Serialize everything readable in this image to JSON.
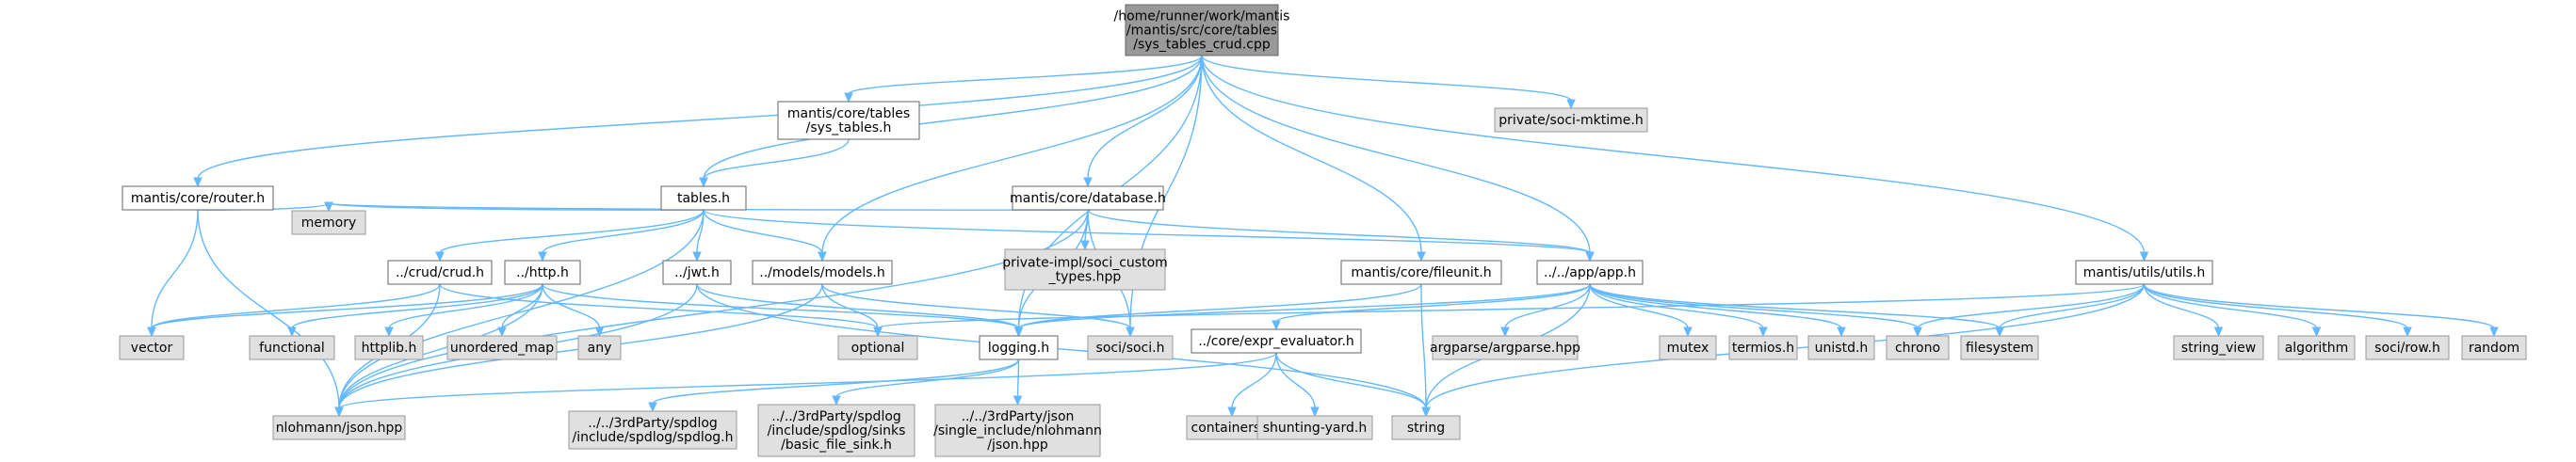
{
  "nodes": [
    {
      "id": "root",
      "lines": [
        "/home/runner/work/mantis",
        "/mantis/src/core/tables",
        "/sys_tables_crud.cpp"
      ],
      "style": "root"
    },
    {
      "id": "systables",
      "lines": [
        "mantis/core/tables",
        "/sys_tables.h"
      ],
      "style": "white"
    },
    {
      "id": "mktime",
      "lines": [
        "private/soci-mktime.h"
      ],
      "style": "grey"
    },
    {
      "id": "router",
      "lines": [
        "mantis/core/router.h"
      ],
      "style": "white"
    },
    {
      "id": "tables",
      "lines": [
        "tables.h"
      ],
      "style": "white"
    },
    {
      "id": "database",
      "lines": [
        "mantis/core/database.h"
      ],
      "style": "white"
    },
    {
      "id": "memory",
      "lines": [
        "memory"
      ],
      "style": "grey"
    },
    {
      "id": "crud",
      "lines": [
        "../crud/crud.h"
      ],
      "style": "white"
    },
    {
      "id": "http",
      "lines": [
        "../http.h"
      ],
      "style": "white"
    },
    {
      "id": "jwt",
      "lines": [
        "../jwt.h"
      ],
      "style": "white"
    },
    {
      "id": "models",
      "lines": [
        "../models/models.h"
      ],
      "style": "white"
    },
    {
      "id": "sociimpl",
      "lines": [
        "private-impl/soci_custom",
        "_types.hpp"
      ],
      "style": "grey"
    },
    {
      "id": "fileunit",
      "lines": [
        "mantis/core/fileunit.h"
      ],
      "style": "white"
    },
    {
      "id": "app",
      "lines": [
        "../../app/app.h"
      ],
      "style": "white"
    },
    {
      "id": "utils",
      "lines": [
        "mantis/utils/utils.h"
      ],
      "style": "white"
    },
    {
      "id": "vector",
      "lines": [
        "vector"
      ],
      "style": "grey"
    },
    {
      "id": "functional",
      "lines": [
        "functional"
      ],
      "style": "grey"
    },
    {
      "id": "httplib",
      "lines": [
        "httplib.h"
      ],
      "style": "grey"
    },
    {
      "id": "unordered",
      "lines": [
        "unordered_map"
      ],
      "style": "grey"
    },
    {
      "id": "any",
      "lines": [
        "any"
      ],
      "style": "grey"
    },
    {
      "id": "optional",
      "lines": [
        "optional"
      ],
      "style": "grey"
    },
    {
      "id": "logging",
      "lines": [
        "logging.h"
      ],
      "style": "white"
    },
    {
      "id": "soci",
      "lines": [
        "soci/soci.h"
      ],
      "style": "grey"
    },
    {
      "id": "expr",
      "lines": [
        "../core/expr_evaluator.h"
      ],
      "style": "white"
    },
    {
      "id": "argparse",
      "lines": [
        "argparse/argparse.hpp"
      ],
      "style": "grey"
    },
    {
      "id": "mutex",
      "lines": [
        "mutex"
      ],
      "style": "grey"
    },
    {
      "id": "termios",
      "lines": [
        "termios.h"
      ],
      "style": "grey"
    },
    {
      "id": "unistd",
      "lines": [
        "unistd.h"
      ],
      "style": "grey"
    },
    {
      "id": "chrono",
      "lines": [
        "chrono"
      ],
      "style": "grey"
    },
    {
      "id": "filesystem",
      "lines": [
        "filesystem"
      ],
      "style": "grey"
    },
    {
      "id": "stringview",
      "lines": [
        "string_view"
      ],
      "style": "grey"
    },
    {
      "id": "algorithm",
      "lines": [
        "algorithm"
      ],
      "style": "grey"
    },
    {
      "id": "socirow",
      "lines": [
        "soci/row.h"
      ],
      "style": "grey"
    },
    {
      "id": "random",
      "lines": [
        "random"
      ],
      "style": "grey"
    },
    {
      "id": "json",
      "lines": [
        "nlohmann/json.hpp"
      ],
      "style": "grey"
    },
    {
      "id": "spdlog",
      "lines": [
        "../../3rdParty/spdlog",
        "/include/spdlog/spdlog.h"
      ],
      "style": "grey"
    },
    {
      "id": "spdlogsink",
      "lines": [
        "../../3rdParty/spdlog",
        "/include/spdlog/sinks",
        "/basic_file_sink.h"
      ],
      "style": "grey"
    },
    {
      "id": "jsonsingle",
      "lines": [
        "../../3rdParty/json",
        "/single_include/nlohmann",
        "/json.hpp"
      ],
      "style": "grey"
    },
    {
      "id": "containers",
      "lines": [
        "containers.h"
      ],
      "style": "grey"
    },
    {
      "id": "shunting",
      "lines": [
        "shunting-yard.h"
      ],
      "style": "grey"
    },
    {
      "id": "string",
      "lines": [
        "string"
      ],
      "style": "grey"
    }
  ],
  "edges": [
    [
      "root",
      "systables"
    ],
    [
      "root",
      "mktime"
    ],
    [
      "root",
      "router"
    ],
    [
      "root",
      "tables"
    ],
    [
      "root",
      "database"
    ],
    [
      "root",
      "models"
    ],
    [
      "root",
      "fileunit"
    ],
    [
      "root",
      "app"
    ],
    [
      "root",
      "utils"
    ],
    [
      "root",
      "logging"
    ],
    [
      "root",
      "soci"
    ],
    [
      "systables",
      "tables"
    ],
    [
      "router",
      "memory"
    ],
    [
      "router",
      "vector"
    ],
    [
      "router",
      "json"
    ],
    [
      "tables",
      "memory"
    ],
    [
      "tables",
      "crud"
    ],
    [
      "tables",
      "http"
    ],
    [
      "tables",
      "jwt"
    ],
    [
      "tables",
      "models"
    ],
    [
      "tables",
      "app"
    ],
    [
      "tables",
      "json"
    ],
    [
      "database",
      "memory"
    ],
    [
      "database",
      "sociimpl"
    ],
    [
      "database",
      "soci"
    ],
    [
      "database",
      "logging"
    ],
    [
      "database",
      "app"
    ],
    [
      "database",
      "json"
    ],
    [
      "crud",
      "vector"
    ],
    [
      "crud",
      "optional"
    ],
    [
      "crud",
      "json"
    ],
    [
      "http",
      "vector"
    ],
    [
      "http",
      "functional"
    ],
    [
      "http",
      "httplib"
    ],
    [
      "http",
      "unordered"
    ],
    [
      "http",
      "any"
    ],
    [
      "http",
      "logging"
    ],
    [
      "http",
      "json"
    ],
    [
      "jwt",
      "logging"
    ],
    [
      "jwt",
      "json"
    ],
    [
      "jwt",
      "string"
    ],
    [
      "models",
      "optional"
    ],
    [
      "models",
      "soci"
    ],
    [
      "models",
      "json"
    ],
    [
      "fileunit",
      "logging"
    ],
    [
      "fileunit",
      "string"
    ],
    [
      "app",
      "logging"
    ],
    [
      "app",
      "expr"
    ],
    [
      "app",
      "argparse"
    ],
    [
      "app",
      "mutex"
    ],
    [
      "app",
      "termios"
    ],
    [
      "app",
      "unistd"
    ],
    [
      "app",
      "chrono"
    ],
    [
      "app",
      "filesystem"
    ],
    [
      "app",
      "string"
    ],
    [
      "utils",
      "optional"
    ],
    [
      "utils",
      "chrono"
    ],
    [
      "utils",
      "filesystem"
    ],
    [
      "utils",
      "stringview"
    ],
    [
      "utils",
      "algorithm"
    ],
    [
      "utils",
      "socirow"
    ],
    [
      "utils",
      "random"
    ],
    [
      "utils",
      "string"
    ],
    [
      "logging",
      "spdlog"
    ],
    [
      "logging",
      "spdlogsink"
    ],
    [
      "logging",
      "jsonsingle"
    ],
    [
      "expr",
      "json"
    ],
    [
      "expr",
      "containers"
    ],
    [
      "expr",
      "shunting"
    ],
    [
      "expr",
      "string"
    ]
  ]
}
